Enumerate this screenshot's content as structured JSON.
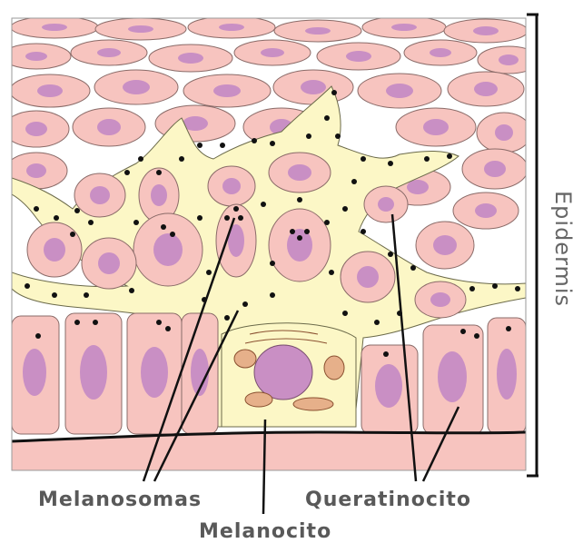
{
  "labels": {
    "melanosomas": "Melanosomas",
    "queratinocito": "Queratinocito",
    "melanocito": "Melanocito",
    "epidermis": "Epidermis"
  },
  "colors": {
    "cell_fill": "#f7c4bf",
    "nucleus": "#c98fc4",
    "melanocyte": "#fcf7c6",
    "melanosome": "#111111",
    "label_text": "#595959"
  }
}
